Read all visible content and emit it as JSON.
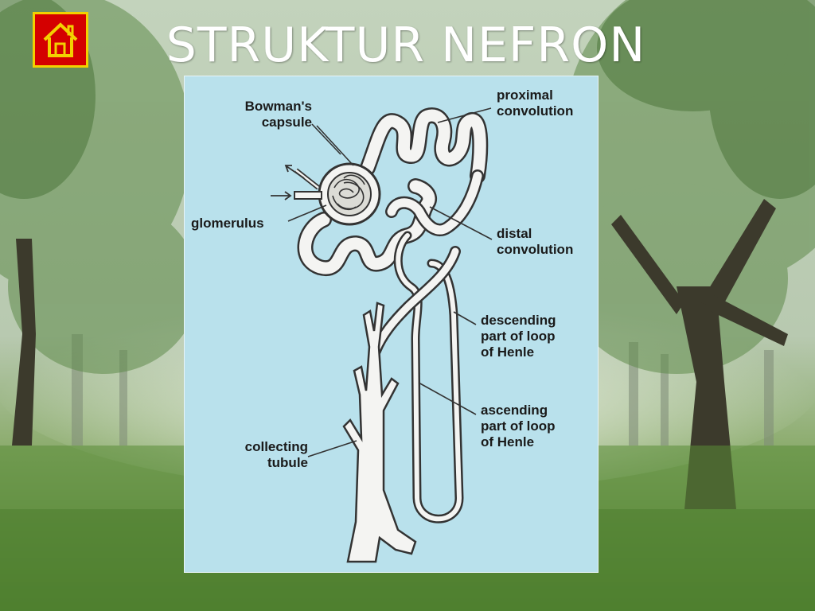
{
  "slide": {
    "title": "STRUKTUR NEFRON"
  },
  "home_button": {
    "icon": "home-icon",
    "colors": {
      "fill": "#d40000",
      "border": "#f2d100"
    }
  },
  "diagram": {
    "labels": {
      "bowmans_capsule": [
        "Bowman's",
        "capsule"
      ],
      "glomerulus": [
        "glomerulus"
      ],
      "proximal_convolution": [
        "proximal",
        "convolution"
      ],
      "distal_convolution": [
        "distal",
        "convolution"
      ],
      "descending_loop": [
        "descending",
        "part of loop",
        "of Henle"
      ],
      "ascending_loop": [
        "ascending",
        "part of loop",
        "of Henle"
      ],
      "collecting_tubule": [
        "collecting",
        "tubule"
      ]
    },
    "colors": {
      "panel": "#b9e1ec",
      "tube": "#f4f4f2",
      "outline": "#333333"
    }
  }
}
